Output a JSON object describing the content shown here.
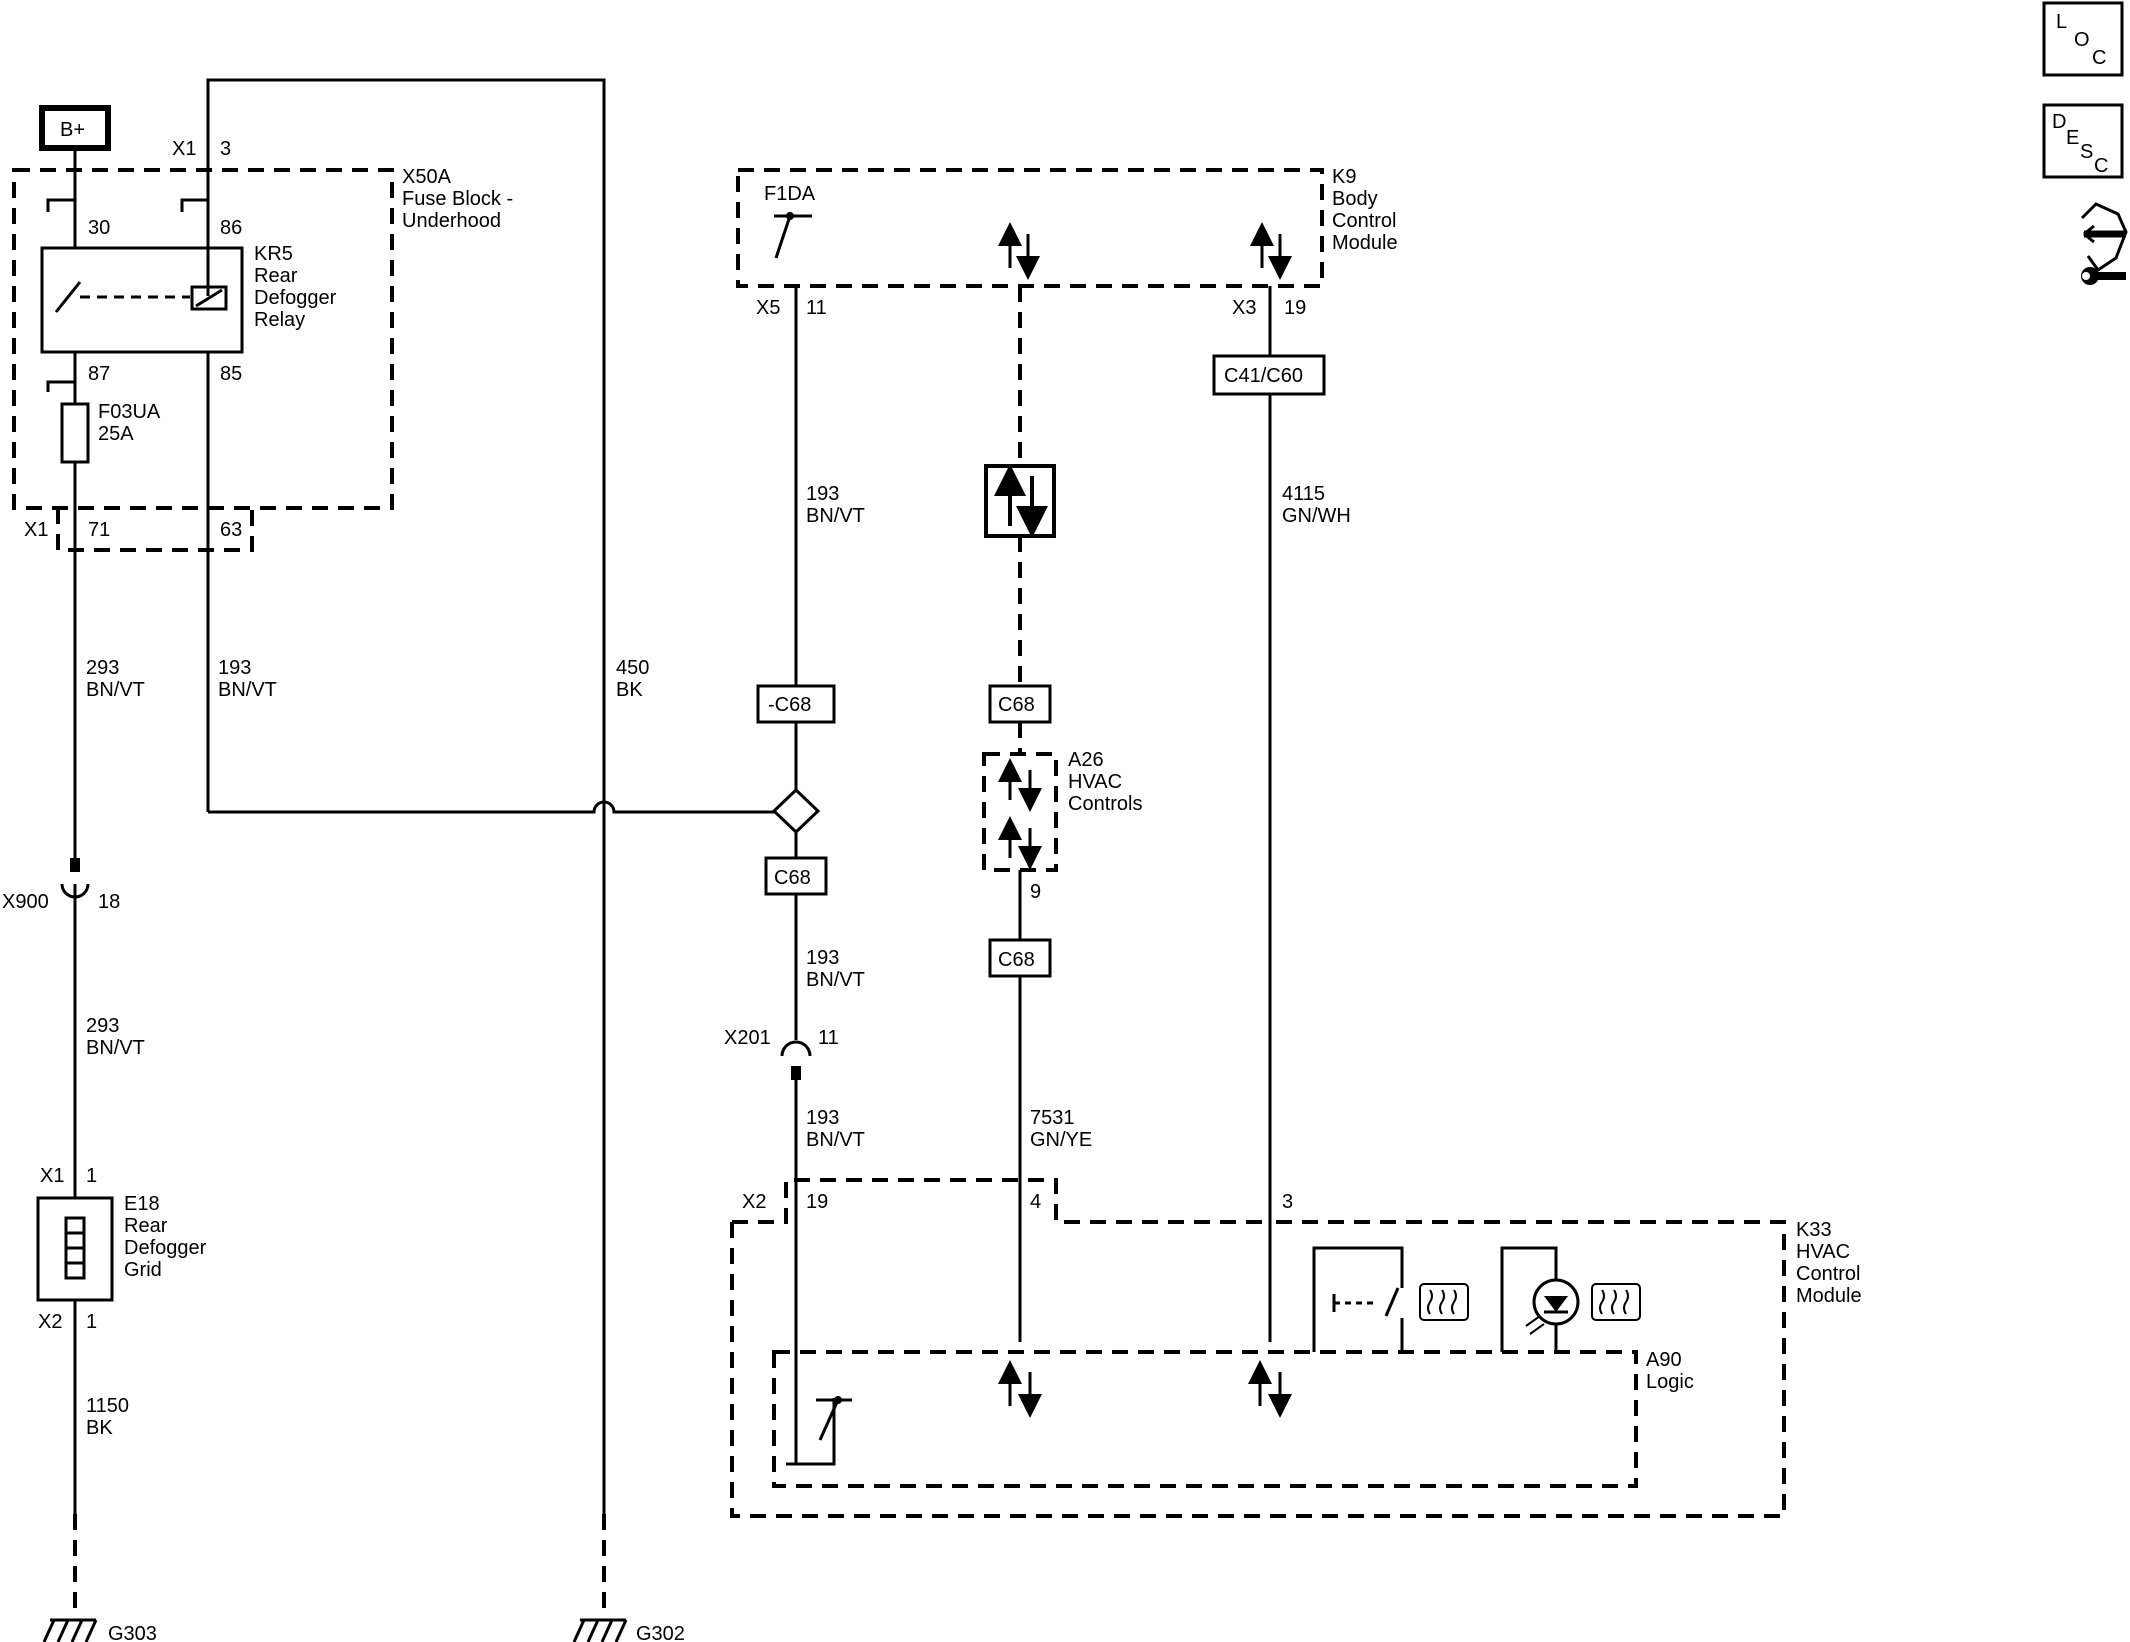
{
  "power": {
    "label": "B+"
  },
  "icons": {
    "loc": [
      "L",
      "O",
      "C"
    ],
    "desc": [
      "D",
      "E",
      "S",
      "C"
    ]
  },
  "x50a": {
    "ref": "X50A",
    "name1": "Fuse Block -",
    "name2": "Underhood",
    "conn_top": "X1",
    "pin_top": "3",
    "conn_bottom": "X1",
    "pin_71": "71",
    "pin_63": "63",
    "fuse_ref": "F03UA",
    "fuse_rating": "25A"
  },
  "relay": {
    "ref": "KR5",
    "name1": "Rear",
    "name2": "Defogger",
    "name3": "Relay",
    "pin_30": "30",
    "pin_86": "86",
    "pin_87": "87",
    "pin_85": "85"
  },
  "wires": {
    "w293_a": {
      "circuit": "293",
      "color": "BN/VT"
    },
    "w193_a": {
      "circuit": "193",
      "color": "BN/VT"
    },
    "w450": {
      "circuit": "450",
      "color": "BK"
    },
    "w293_b": {
      "circuit": "293",
      "color": "BN/VT"
    },
    "w1150": {
      "circuit": "1150",
      "color": "BK"
    },
    "w193_b": {
      "circuit": "193",
      "color": "BN/VT"
    },
    "w193_c": {
      "circuit": "193",
      "color": "BN/VT"
    },
    "w193_d": {
      "circuit": "193",
      "color": "BN/VT"
    },
    "w4115": {
      "circuit": "4115",
      "color": "GN/WH"
    },
    "w7531": {
      "circuit": "7531",
      "color": "GN/YE"
    }
  },
  "inline_x900": {
    "conn": "X900",
    "pin": "18"
  },
  "inline_x201": {
    "conn": "X201",
    "pin": "11"
  },
  "grid": {
    "ref": "E18",
    "name1": "Rear",
    "name2": "Defogger",
    "name3": "Grid",
    "conn_top": "X1",
    "pin_top": "1",
    "conn_bottom": "X2",
    "pin_bottom": "1"
  },
  "grounds": {
    "g303": "G303",
    "g302": "G302"
  },
  "k9": {
    "ref": "K9",
    "name1": "Body",
    "name2": "Control",
    "name3": "Module",
    "switch_ref": "F1DA",
    "conn_left": "X5",
    "pin_left": "11",
    "conn_right": "X3",
    "pin_right": "19"
  },
  "option_codes": {
    "c41_c60": "C41/C60",
    "neg_c68": "-C68",
    "c68_a": "C68",
    "c68_b": "C68",
    "c68_c": "C68"
  },
  "a26": {
    "ref": "A26",
    "name1": "HVAC",
    "name2": "Controls",
    "pin": "9"
  },
  "k33": {
    "ref": "K33",
    "name1": "HVAC",
    "name2": "Control",
    "name3": "Module",
    "conn": "X2",
    "pin_19": "19",
    "pin_4": "4",
    "pin_3": "3"
  },
  "a90": {
    "ref": "A90",
    "name": "Logic"
  }
}
